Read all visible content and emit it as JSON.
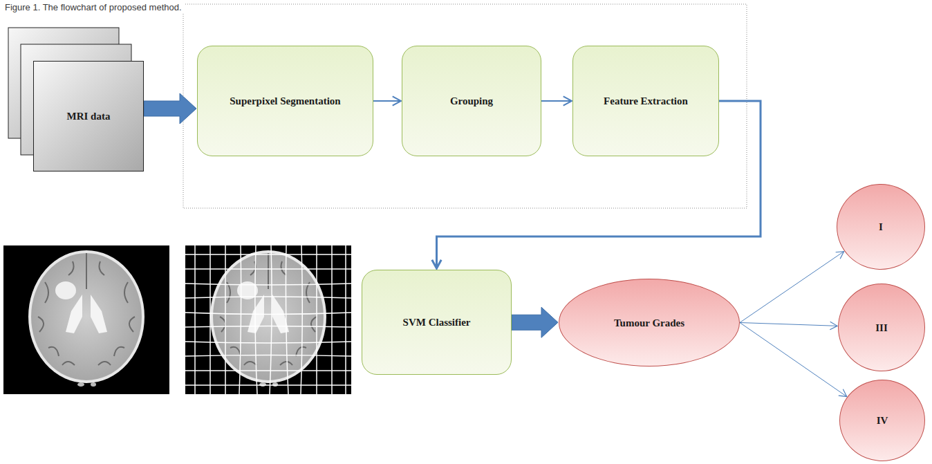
{
  "diagram": {
    "caption": "Figure 1. The flowchart of proposed method.",
    "nodes": [
      {
        "text": [
          "MRI data"
        ]
      },
      {
        "text": [
          "Superpixel Segmentation"
        ]
      },
      {
        "text": [
          "Grouping"
        ]
      },
      {
        "text": [
          "Feature Extraction"
        ]
      },
      {
        "text": [
          "SVM Classifier"
        ]
      },
      {
        "text": [
          "Tumour Grades"
        ]
      },
      {
        "text": [
          "I"
        ]
      },
      {
        "text": [
          "III"
        ]
      },
      {
        "text": [
          "IV"
        ]
      }
    ],
    "edges": [
      {
        "from": 0,
        "to": 1,
        "arrow": "to"
      },
      {
        "from": 1,
        "to": 2,
        "arrow": "to"
      },
      {
        "from": 2,
        "to": 3,
        "arrow": "to"
      },
      {
        "from": 3,
        "to": 4,
        "arrow": "to"
      },
      {
        "from": 4,
        "to": 5,
        "arrow": "to"
      },
      {
        "from": 5,
        "to": 6,
        "arrow": "to"
      },
      {
        "from": 5,
        "to": 7,
        "arrow": "to"
      },
      {
        "from": 5,
        "to": 8,
        "arrow": "to"
      }
    ]
  }
}
